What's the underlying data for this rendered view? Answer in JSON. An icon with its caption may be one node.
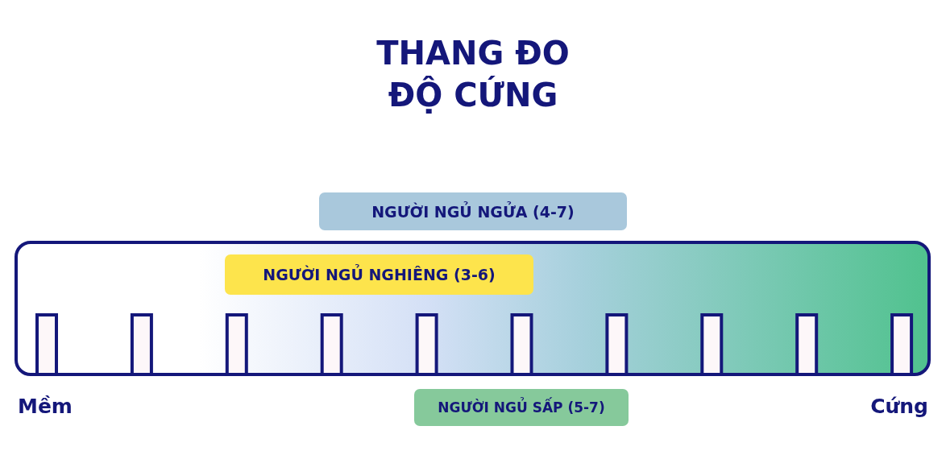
{
  "diagram": {
    "title": "THANG ĐO ĐỘ CỨNG",
    "nodes": [
      {
        "text": [
          "NGƯỜI NGỦ NGỬA (4-7)"
        ]
      },
      {
        "text": [
          "NGƯỜI NGỦ NGHIÊNG (3-6)"
        ]
      },
      {
        "text": [
          "NGƯỜI NGỦ SẤP (5-7)"
        ]
      }
    ],
    "edges": [],
    "labels": [
      "Mềm",
      "Cứng"
    ]
  }
}
